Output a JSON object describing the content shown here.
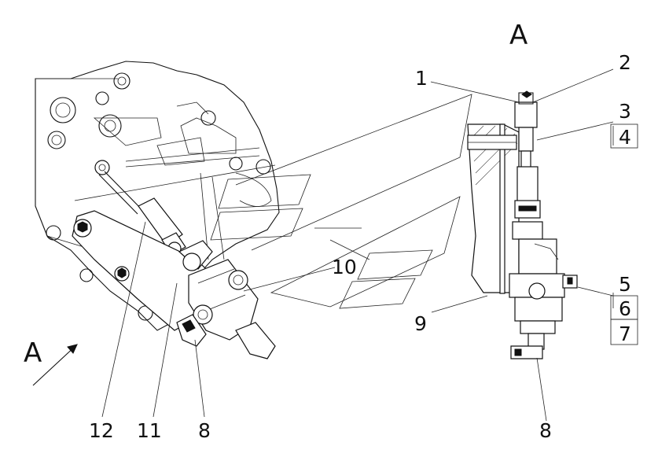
{
  "view_label": "A",
  "arrow_label": "A",
  "callouts": [
    {
      "id": "c1",
      "text": "1"
    },
    {
      "id": "c2",
      "text": "2"
    },
    {
      "id": "c3",
      "text": "3"
    },
    {
      "id": "c4",
      "text": "4"
    },
    {
      "id": "c5",
      "text": "5"
    },
    {
      "id": "c6",
      "text": "6"
    },
    {
      "id": "c7",
      "text": "7"
    },
    {
      "id": "c8a",
      "text": "8"
    },
    {
      "id": "c8b",
      "text": "8"
    },
    {
      "id": "c9",
      "text": "9"
    },
    {
      "id": "c10",
      "text": "10"
    },
    {
      "id": "c11",
      "text": "11"
    },
    {
      "id": "c12",
      "text": "12"
    }
  ]
}
